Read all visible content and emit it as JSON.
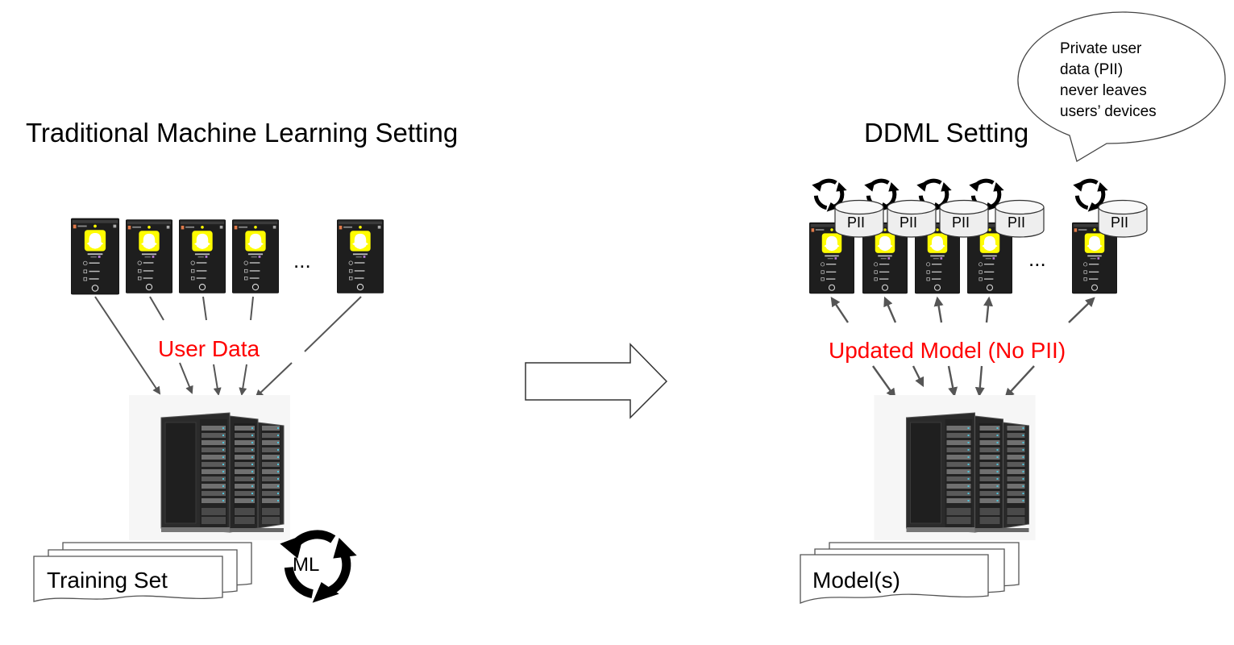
{
  "diagram": {
    "left": {
      "title": "Traditional Machine Learning Setting",
      "phone_count": 5,
      "ellipsis": "...",
      "flow_label": "User Data",
      "document_label": "Training Set",
      "cycle_label": "ML"
    },
    "transition_arrow": "right-block-arrow",
    "right": {
      "title": "DDML Setting",
      "phone_count": 5,
      "ellipsis": "...",
      "storage_label": "PII",
      "flow_label": "Updated Model (No PII)",
      "document_label": "Model(s)",
      "callout": {
        "lines": [
          "Private user",
          "data (PII)",
          "never leaves",
          "users’ devices"
        ]
      }
    },
    "colors": {
      "label_red": "#ff0000",
      "arrow_gray": "#555555",
      "phone_body": "#1e1e1e",
      "phone_accent": "#fffc00",
      "server_dark": "#2b2b2b",
      "server_led": "#4fc3d9"
    },
    "icons": {
      "phone": "smartphone-icon",
      "server": "server-rack-icon",
      "database": "database-cylinder-icon",
      "cycle": "refresh-cycle-icon",
      "document": "multi-document-icon"
    }
  }
}
